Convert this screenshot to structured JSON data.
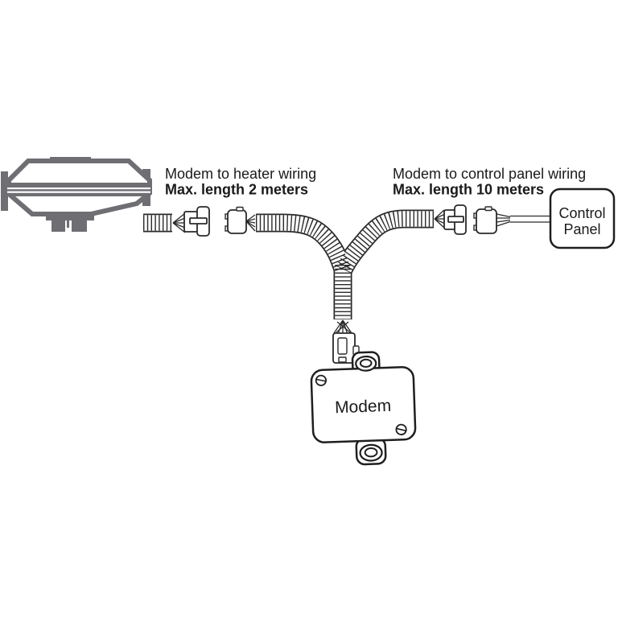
{
  "colors": {
    "background": "#ffffff",
    "line": "#2a2a2a",
    "heater_gray": "#6e6e73",
    "text": "#1a1a1a"
  },
  "annotations": {
    "heater_wiring": {
      "line1": "Modem to heater wiring",
      "line2": "Max. length 2 meters"
    },
    "control_panel_wiring": {
      "line1": "Modem to control panel wiring",
      "line2": "Max. length 10 meters"
    }
  },
  "components": {
    "heater": {
      "icon": "heater-unit-illustration"
    },
    "harness": {
      "icon": "y-splitter-corrugated-harness"
    },
    "modem": {
      "label": "Modem"
    },
    "control_panel": {
      "label_line1": "Control",
      "label_line2": "Panel"
    }
  }
}
